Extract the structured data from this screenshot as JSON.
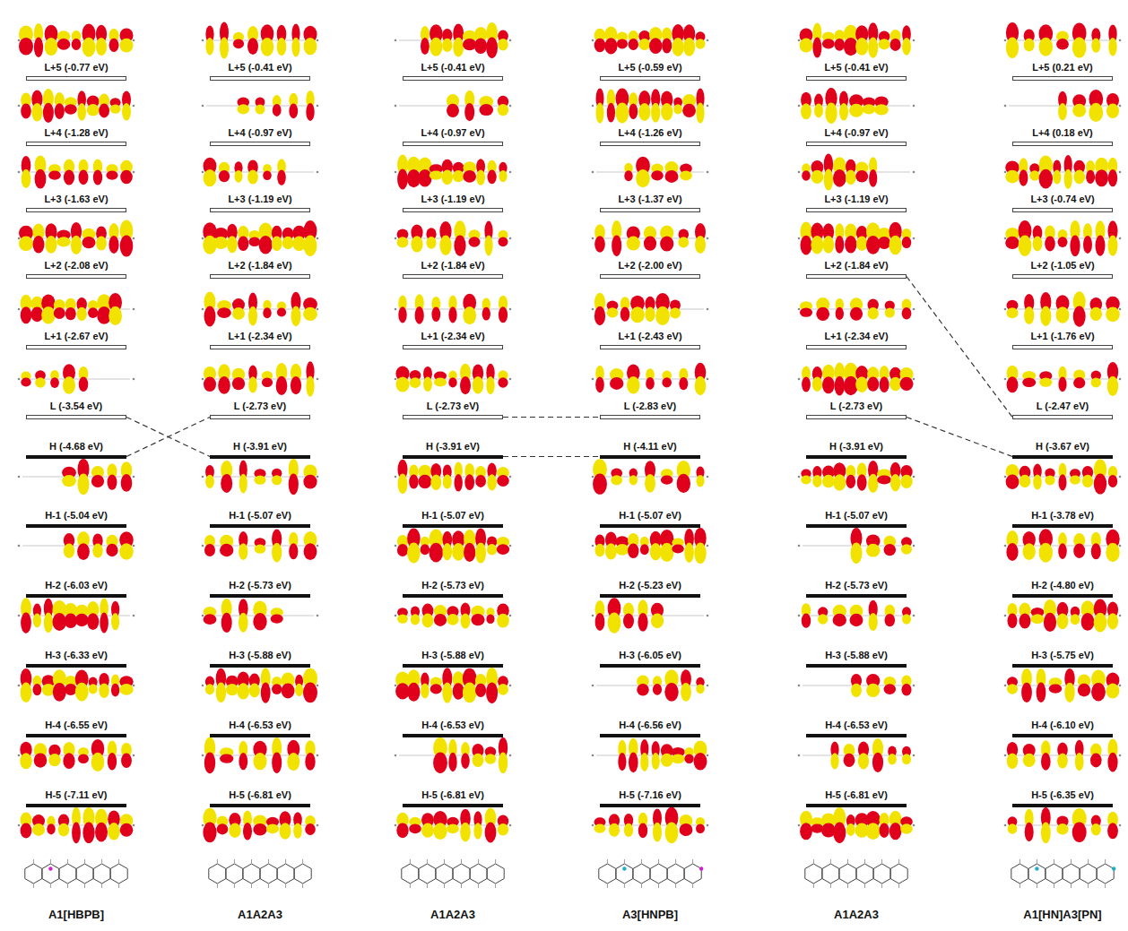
{
  "diagram": {
    "nodes": [
      {
        "text": [
          "L+5 (-0.77 eV)"
        ]
      },
      {
        "text": [
          "L+4 (-1.28 eV)"
        ]
      },
      {
        "text": [
          "L+3 (-1.63 eV)"
        ]
      },
      {
        "text": [
          "L+2 (-2.08 eV)"
        ]
      },
      {
        "text": [
          "L+1 (-2.67 eV)"
        ]
      },
      {
        "text": [
          "L (-3.54 eV)"
        ]
      },
      {
        "text": [
          "H (-4.68 eV)"
        ]
      },
      {
        "text": [
          "H-1 (-5.04 eV)"
        ]
      },
      {
        "text": [
          "H-2 (-6.03 eV)"
        ]
      },
      {
        "text": [
          "H-3 (-6.33 eV)"
        ]
      },
      {
        "text": [
          "H-4 (-6.55 eV)"
        ]
      },
      {
        "text": [
          "H-5 (-7.11 eV)"
        ]
      },
      {
        "text": [
          "L+5 (-0.41 eV)"
        ]
      },
      {
        "text": [
          "L+4 (-0.97 eV)"
        ]
      },
      {
        "text": [
          "L+3 (-1.19 eV)"
        ]
      },
      {
        "text": [
          "L+2 (-1.84 eV)"
        ]
      },
      {
        "text": [
          "L+1 (-2.34 eV)"
        ]
      },
      {
        "text": [
          "L (-2.73 eV)"
        ]
      },
      {
        "text": [
          "H (-3.91 eV)"
        ]
      },
      {
        "text": [
          "H-1 (-5.07 eV)"
        ]
      },
      {
        "text": [
          "H-2 (-5.73 eV)"
        ]
      },
      {
        "text": [
          "H-3 (-5.88 eV)"
        ]
      },
      {
        "text": [
          "H-4 (-6.53 eV)"
        ]
      },
      {
        "text": [
          "H-5 (-6.81 eV)"
        ]
      },
      {
        "text": [
          "L+5 (-0.41 eV)"
        ]
      },
      {
        "text": [
          "L+4 (-0.97 eV)"
        ]
      },
      {
        "text": [
          "L+3 (-1.19 eV)"
        ]
      },
      {
        "text": [
          "L+2 (-1.84 eV)"
        ]
      },
      {
        "text": [
          "L+1 (-2.34 eV)"
        ]
      },
      {
        "text": [
          "L (-2.73 eV)"
        ]
      },
      {
        "text": [
          "H (-3.91 eV)"
        ]
      },
      {
        "text": [
          "H-1 (-5.07 eV)"
        ]
      },
      {
        "text": [
          "H-2 (-5.73 eV)"
        ]
      },
      {
        "text": [
          "H-3 (-5.88 eV)"
        ]
      },
      {
        "text": [
          "H-4 (-6.53 eV)"
        ]
      },
      {
        "text": [
          "H-5 (-6.81 eV)"
        ]
      },
      {
        "text": [
          "L+5 (-0.59 eV)"
        ]
      },
      {
        "text": [
          "L+4 (-1.26 eV)"
        ]
      },
      {
        "text": [
          "L+3 (-1.37 eV)"
        ]
      },
      {
        "text": [
          "L+2 (-2.00 eV)"
        ]
      },
      {
        "text": [
          "L+1 (-2.43 eV)"
        ]
      },
      {
        "text": [
          "L (-2.83 eV)"
        ]
      },
      {
        "text": [
          "H (-4.11 eV)"
        ]
      },
      {
        "text": [
          "H-1 (-5.07 eV)"
        ]
      },
      {
        "text": [
          "H-2 (-5.23 eV)"
        ]
      },
      {
        "text": [
          "H-3 (-6.05 eV)"
        ]
      },
      {
        "text": [
          "H-4 (-6.56 eV)"
        ]
      },
      {
        "text": [
          "H-5 (-7.16 eV)"
        ]
      },
      {
        "text": [
          "L+5 (-0.41 eV)"
        ]
      },
      {
        "text": [
          "L+4 (-0.97 eV)"
        ]
      },
      {
        "text": [
          "L+3 (-1.19 eV)"
        ]
      },
      {
        "text": [
          "L+2 (-1.84 eV)"
        ]
      },
      {
        "text": [
          "L+1 (-2.34 eV)"
        ]
      },
      {
        "text": [
          "L (-2.73 eV)"
        ]
      },
      {
        "text": [
          "H (-3.91 eV)"
        ]
      },
      {
        "text": [
          "H-1 (-5.07 eV)"
        ]
      },
      {
        "text": [
          "H-2 (-5.73 eV)"
        ]
      },
      {
        "text": [
          "H-3 (-5.88 eV)"
        ]
      },
      {
        "text": [
          "H-4 (-6.53 eV)"
        ]
      },
      {
        "text": [
          "H-5 (-6.81 eV)"
        ]
      },
      {
        "text": [
          "L+5 (0.21 eV)"
        ]
      },
      {
        "text": [
          "L+4 (0.18 eV)"
        ]
      },
      {
        "text": [
          "L+3 (-0.74 eV)"
        ]
      },
      {
        "text": [
          "L+2 (-1.05 eV)"
        ]
      },
      {
        "text": [
          "L+1 (-1.76 eV)"
        ]
      },
      {
        "text": [
          "L (-2.47 eV)"
        ]
      },
      {
        "text": [
          "H (-3.67 eV)"
        ]
      },
      {
        "text": [
          "H-1 (-3.78 eV)"
        ]
      },
      {
        "text": [
          "H-2 (-4.80 eV)"
        ]
      },
      {
        "text": [
          "H-3 (-5.75 eV)"
        ]
      },
      {
        "text": [
          "H-4 (-6.10 eV)"
        ]
      },
      {
        "text": [
          "H-5 (-6.35 eV)"
        ]
      }
    ],
    "edges": [
      {
        "from": 5,
        "to": 18,
        "arrow": "none"
      },
      {
        "from": 6,
        "to": 17,
        "arrow": "none"
      },
      {
        "from": 29,
        "to": 41,
        "arrow": "none"
      },
      {
        "from": 30,
        "to": 42,
        "arrow": "none"
      },
      {
        "from": 53,
        "to": 66,
        "arrow": "none"
      },
      {
        "from": 51,
        "to": 65,
        "arrow": "none"
      }
    ],
    "labels": [
      "A1[HBPB]",
      "A1A2A3",
      "A1A2A3",
      "A3[HNPB]",
      "A1A2A3",
      "A1[HN]A3[PN]"
    ]
  }
}
